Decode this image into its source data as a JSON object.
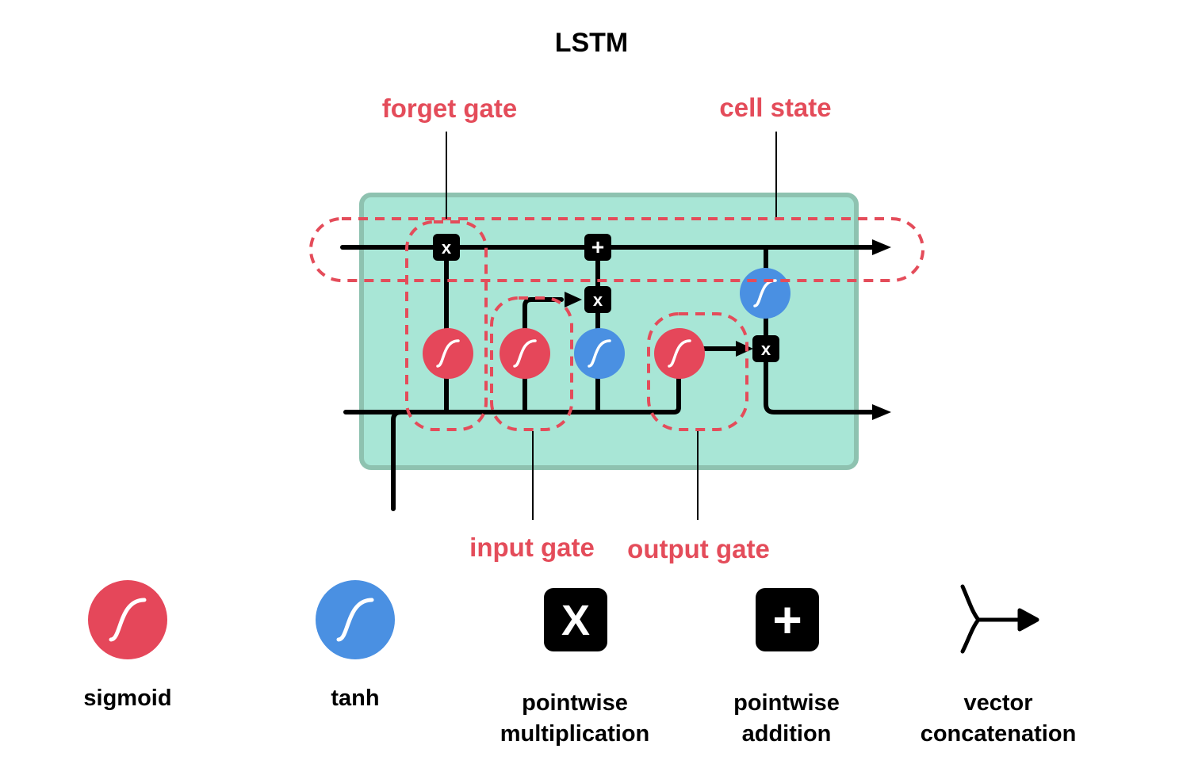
{
  "title": "LSTM",
  "labels": {
    "forget_gate": "forget gate",
    "cell_state": "cell state",
    "input_gate": "input gate",
    "output_gate": "output gate"
  },
  "ops": {
    "multiply": "x",
    "add": "+"
  },
  "legend": {
    "sigmoid": "sigmoid",
    "tanh": "tanh",
    "pointwise_multiplication_line1": "pointwise",
    "pointwise_multiplication_line2": "multiplication",
    "pointwise_addition_line1": "pointwise",
    "pointwise_addition_line2": "addition",
    "vector_concatenation_line1": "vector",
    "vector_concatenation_line2": "concatenation",
    "multiply_glyph": "X",
    "add_glyph": "+"
  },
  "colors": {
    "cell_fill": "#a8e6d6",
    "cell_border": "#8ec2b0",
    "sigmoid": "#e5475a",
    "tanh": "#4a90e2",
    "highlight": "#e44c5a",
    "op_box": "#000000"
  }
}
